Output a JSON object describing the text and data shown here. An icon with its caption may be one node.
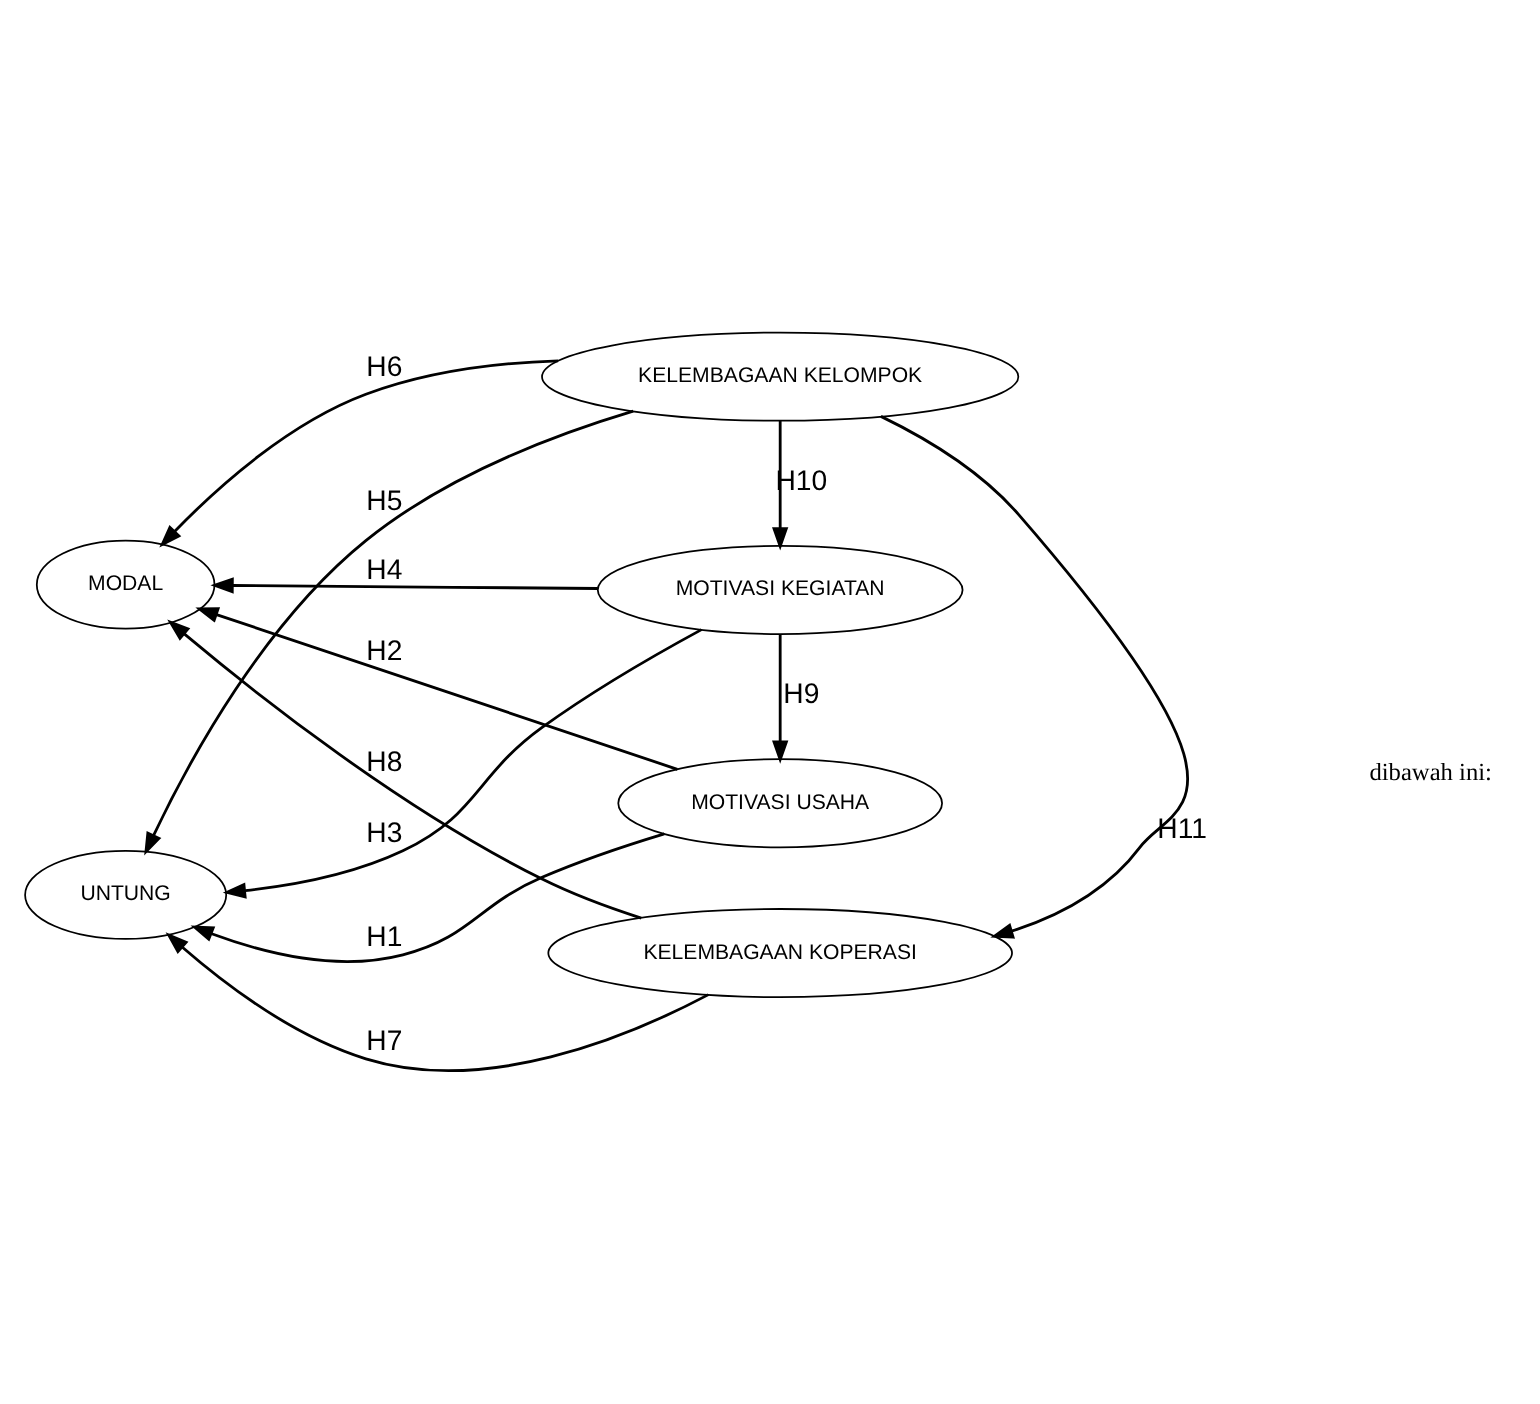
{
  "diagram": {
    "nodes": [
      {
        "text": [
          "MOTIVASI USAHA"
        ]
      },
      {
        "text": [
          "UNTUNG"
        ]
      },
      {
        "text": [
          "MOTIVASI KEGIATAN"
        ]
      },
      {
        "text": [
          "MODAL"
        ]
      },
      {
        "text": [
          "KELEMBAGAAN KELOMPOK"
        ]
      },
      {
        "text": [
          "KELEMBAGAAN KOPERASI"
        ]
      }
    ],
    "edges": [
      {
        "from": 0,
        "to": 1,
        "arrow": "to",
        "label": "H1"
      },
      {
        "from": 0,
        "to": 3,
        "arrow": "to",
        "label": "H2"
      },
      {
        "from": 2,
        "to": 1,
        "arrow": "to",
        "label": "H3"
      },
      {
        "from": 2,
        "to": 3,
        "arrow": "to",
        "label": "H4"
      },
      {
        "from": 4,
        "to": 1,
        "arrow": "to",
        "label": "H5"
      },
      {
        "from": 4,
        "to": 3,
        "arrow": "to",
        "label": "H6"
      },
      {
        "from": 5,
        "to": 1,
        "arrow": "to",
        "label": "H7"
      },
      {
        "from": 5,
        "to": 3,
        "arrow": "to",
        "label": "H8"
      },
      {
        "from": 2,
        "to": 0,
        "arrow": "to",
        "label": "H9"
      },
      {
        "from": 4,
        "to": 2,
        "arrow": "to",
        "label": "H10"
      },
      {
        "from": 4,
        "to": 5,
        "arrow": "to",
        "label": "H11"
      }
    ],
    "labels": [
      "dibawah ini:"
    ]
  }
}
